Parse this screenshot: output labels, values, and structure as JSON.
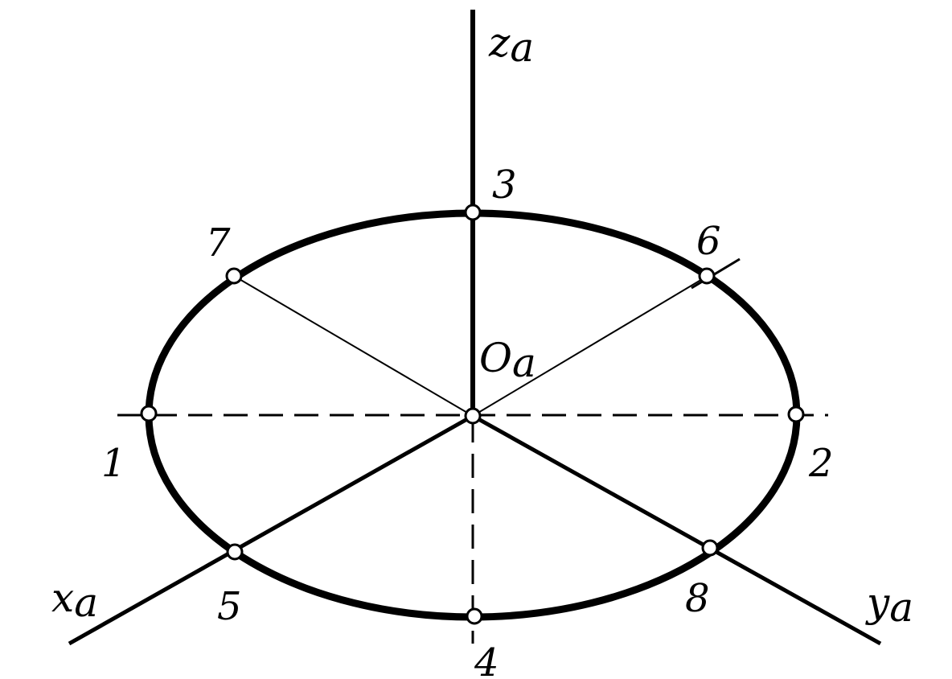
{
  "axes": {
    "z": {
      "main": "z",
      "sub": "a"
    },
    "x": {
      "main": "x",
      "sub": "a"
    },
    "y": {
      "main": "y",
      "sub": "a"
    },
    "origin": {
      "main": "O",
      "sub": "a"
    }
  },
  "points": [
    {
      "id": "1",
      "label": "1"
    },
    {
      "id": "2",
      "label": "2"
    },
    {
      "id": "3",
      "label": "3"
    },
    {
      "id": "4",
      "label": "4"
    },
    {
      "id": "5",
      "label": "5"
    },
    {
      "id": "6",
      "label": "6"
    },
    {
      "id": "7",
      "label": "7"
    },
    {
      "id": "8",
      "label": "8"
    }
  ],
  "colors": {
    "ink": "#000000",
    "paper": "#ffffff"
  }
}
